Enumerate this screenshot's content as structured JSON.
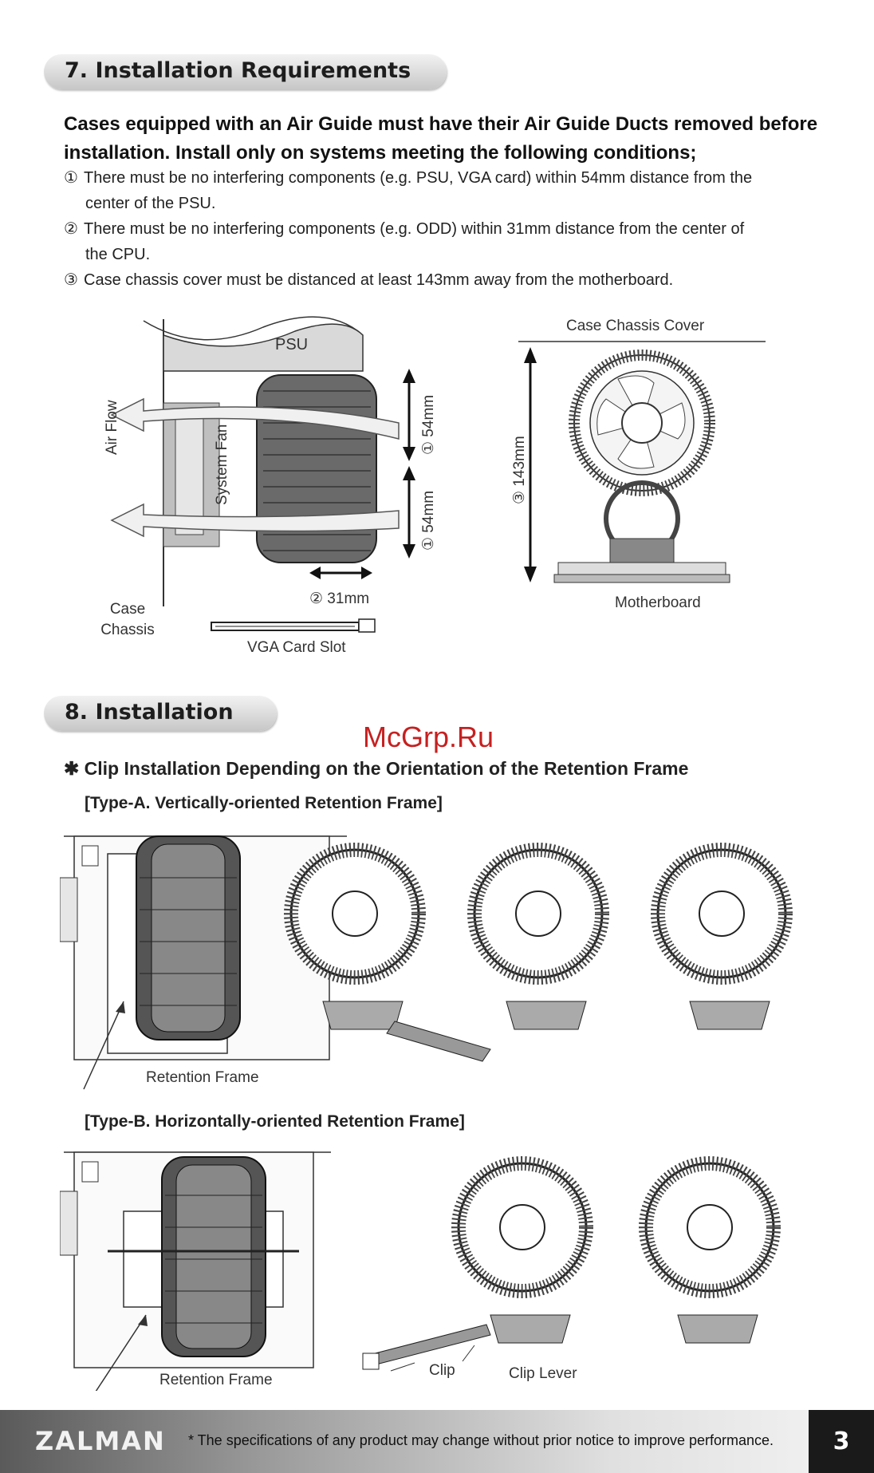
{
  "section7": {
    "title": "7. Installation Requirements",
    "intro": "Cases equipped with an Air Guide must have their Air Guide Ducts removed before installation. Install only on systems meeting the following conditions;",
    "requirements": [
      {
        "num": "①",
        "text": "There must be no interfering components (e.g. PSU, VGA card) within 54mm distance from the",
        "cont": "center of the PSU."
      },
      {
        "num": "②",
        "text": "There must be no interfering components (e.g. ODD) within 31mm distance from the center of",
        "cont": "the CPU."
      },
      {
        "num": "③",
        "text": "Case chassis cover must be distanced at least 143mm away from the motherboard.",
        "cont": ""
      }
    ],
    "diagram_left": {
      "psu": "PSU",
      "air_flow": "Air Flow",
      "system_fan": "System Fan",
      "dim_top": "① 54mm",
      "dim_bottom": "① 54mm",
      "dim_31": "② 31mm",
      "case_chassis": "Case Chassis",
      "vga_slot": "VGA Card Slot"
    },
    "diagram_right": {
      "cover": "Case Chassis Cover",
      "dim_143": "③ 143mm",
      "motherboard": "Motherboard"
    }
  },
  "section8": {
    "title": "8. Installation",
    "watermark": "McGrp.Ru",
    "clip_heading": "Clip Installation Depending on the Orientation of the Retention Frame",
    "type_a": "[Type-A. Vertically-oriented Retention Frame]",
    "type_a_label": "Retention Frame",
    "type_b": "[Type-B. Horizontally-oriented Retention Frame]",
    "type_b_label": "Retention Frame",
    "clip": "Clip",
    "clip_lever": "Clip Lever"
  },
  "footer": {
    "brand": "ZALMAN",
    "note": "* The specifications of any product may change without prior notice to improve performance.",
    "page": "3"
  }
}
